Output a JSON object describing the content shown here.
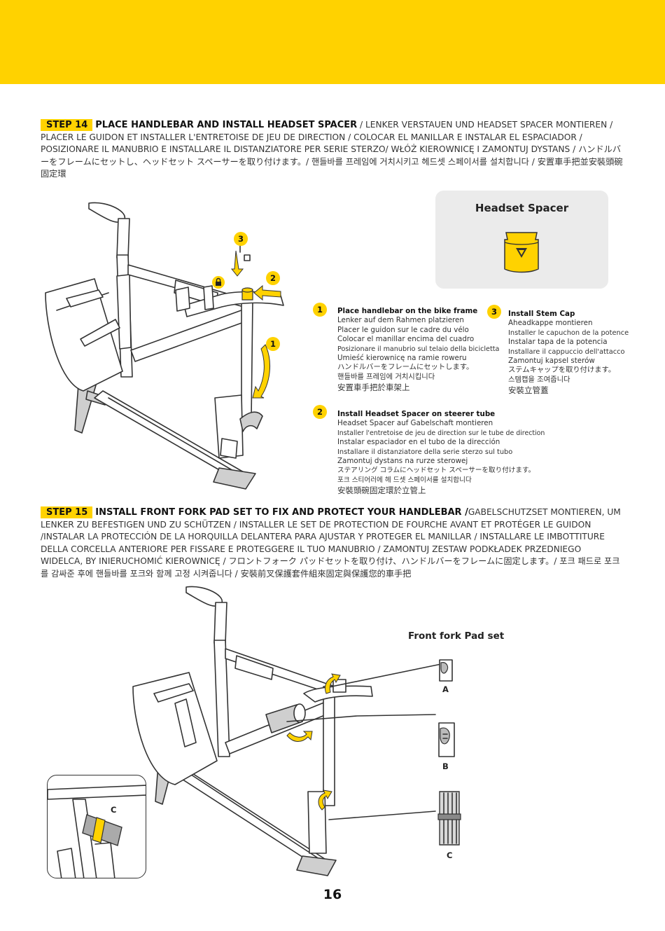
{
  "page_number": "16",
  "step14": {
    "badge": "STEP 14",
    "title": "PLACE HANDLEBAR AND INSTALL HEADSET SPACER",
    "rest": " / LENKER VERSTAUEN UND HEADSET SPACER MONTIEREN / PLACER LE GUIDON ET INSTALLER L'ENTRETOISE DE JEU DE DIRECTION / COLOCAR EL MANILLAR E INSTALAR EL ESPACIADOR / POSIZIONARE IL MANUBRIO E INSTALLARE IL DISTANZIATORE PER SERIE STERZO/ WŁÓŻ KIEROWNICĘ I ZAMONTUJ DYSTANS / ハンドルバーをフレームにセットし、ヘッドセット スペーサーを取り付けます。/ 핸들바를 프레임에 거치시키고 헤드셋 스페이서를 설치합니다 / 安置車手把並安裝頭碗固定環",
    "part_box_title": "Headset Spacer",
    "callout_1": "1",
    "callout_2": "2",
    "callout_3": "3",
    "instructions": [
      {
        "number": "1",
        "lines": [
          "Place handlebar on the bike frame",
          "Lenker auf dem Rahmen platzieren",
          "Placer le guidon sur le cadre du vélo",
          "Colocar el manillar encima del cuadro",
          "Posizionare il manubrio sul telaio della bicicletta",
          "Umieść kierownicę na ramie roweru",
          "ハンドルバーをフレームにセットします。",
          "핸들바를 프레임에  거치시킵니다",
          "安置車手把於車架上"
        ]
      },
      {
        "number": "2",
        "lines": [
          "Install Headset Spacer on steerer tube",
          "Headset Spacer auf Gabelschaft montieren",
          "Installer l'entretoise de jeu de direction sur le tube de direction",
          "Instalar espaciador en el tubo de la dirección",
          "Installare il distanziatore della serie sterzo sul tubo",
          "Zamontuj dystans na rurze sterowej",
          "ステアリング コラムにヘッドセット スペーサーを取り付けます。",
          "포크 스티어러에 헤 드셋 스페이서를 설치합니다",
          "安裝頭碗固定環於立管上"
        ]
      },
      {
        "number": "3",
        "lines": [
          "Install Stem Cap",
          "Aheadkappe montieren",
          "Installer le capuchon de la potence",
          "Instalar tapa de la potencia",
          "Installare il cappuccio dell'attacco",
          "Zamontuj kapsel sterów",
          "ステムキャップを取り付けます。",
          "스템캡을 조여줍니다",
          "安裝立管蓋"
        ]
      }
    ]
  },
  "step15": {
    "badge": "STEP 15",
    "title": "INSTALL FRONT FORK PAD SET TO FIX AND PROTECT YOUR HANDLEBAR /",
    "rest": "GABELSCHUTZSET MONTIEREN, UM LENKER ZU BEFESTIGEN UND ZU SCHÜTZEN / INSTALLER LE SET DE PROTECTION DE FOURCHE AVANT ET PROTÉGER LE GUIDON /INSTALAR LA PROTECCIÓN DE LA HORQUILLA DELANTERA PARA AJUSTAR Y PROTEGER EL MANILLAR / INSTALLARE LE IMBOTTITURE DELLA CORCELLA ANTERIORE PER FISSARE E PROTEGGERE IL TUO MANUBRIO / ZAMONTUJ ZESTAW PODKŁADEK PRZEDNIEGO WIDELCA, BY INIERUCHOMIĆ KIEROWNICĘ / フロントフォーク パッドセットを取り付け、ハンドルバーをフレームに固定します。/ 포크 패드로 포크를 감싸준 후에 핸들바를 포크와  함께 고정 시켜줍니다 / 安裝前叉保護套件組來固定與保護您的車手把",
    "pad_set_title": "Front fork Pad set",
    "pads": [
      "A",
      "B",
      "C"
    ],
    "inset_label": "C"
  },
  "colors": {
    "accent": "#ffd200",
    "panel": "#ebebeb"
  }
}
